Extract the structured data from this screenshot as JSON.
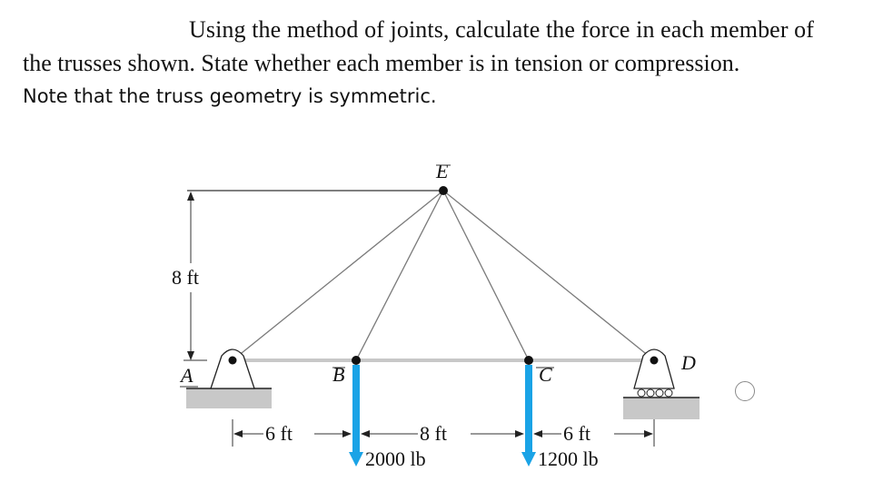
{
  "problem": {
    "line1": "Using the method of joints, calculate the force in each member of",
    "line2": "the trusses shown. State whether each member is in tension or compression.",
    "note": "Note that the truss geometry is symmetric."
  },
  "figure": {
    "joints": {
      "A": "A",
      "B": "B",
      "C": "C",
      "D": "D",
      "E": "E"
    },
    "dimensions": {
      "height": "8 ft",
      "span_AB": "6 ft",
      "span_BC": "8 ft",
      "span_CD": "6 ft"
    },
    "loads": {
      "B": "2000 lb",
      "C": "1200 lb"
    },
    "supports": {
      "A": "pin-support",
      "D": "roller-support"
    },
    "colors": {
      "load_arrow": "#1aa3e6",
      "member": "#7a7a7a",
      "bottom_chord": "#c8c8c8",
      "ground": "#c8c8c8"
    }
  },
  "answer_radio": {
    "selected": false
  }
}
